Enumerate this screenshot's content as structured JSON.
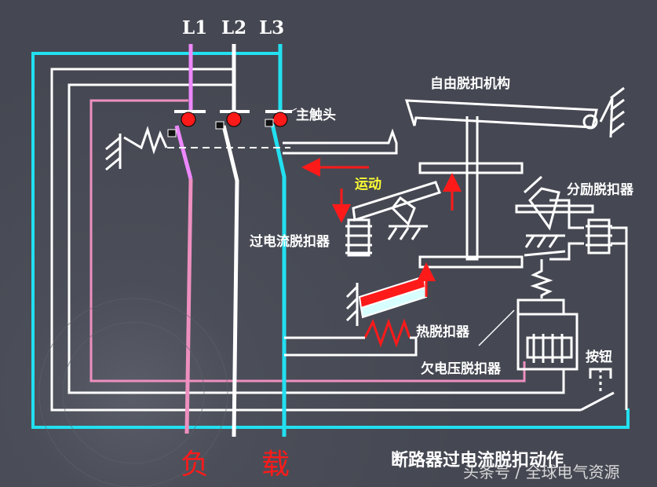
{
  "phases": {
    "l1": "L1",
    "l2": "L2",
    "l3": "L3"
  },
  "labels": {
    "main_contact": "主触头",
    "free_trip": "自由脱扣机构",
    "motion": "运动",
    "shunt_release": "分励脱扣器",
    "overcurrent_release": "过电流脱扣器",
    "thermal_release": "热脱扣器",
    "undervoltage_release": "欠电压脱扣器",
    "button": "按钮"
  },
  "load": {
    "left": "负",
    "right": "载"
  },
  "caption": "断路器过电流脱扣动作",
  "watermark": "头条号 / 全球电气资源",
  "colors": {
    "background": "#4a4d57",
    "cyan": "#22e0f0",
    "pink": "#ee8fc0",
    "violet": "#ee88ff",
    "red": "#ff1a1a",
    "yellow": "#ffff33"
  }
}
